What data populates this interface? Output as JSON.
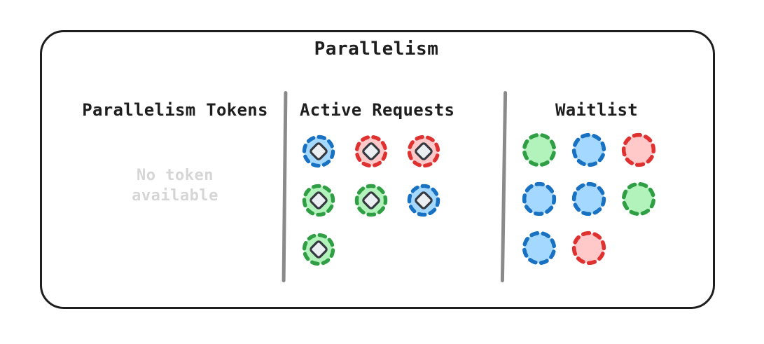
{
  "title": "Parallelism",
  "colors": {
    "text": "#1e1e1e",
    "border": "#1e1e1e",
    "divider": "#8a8a8a",
    "muted_text": "#d6d6d6",
    "diamond_stroke": "#343a40",
    "diamond_fill": "#eceff1"
  },
  "palette": {
    "blue": {
      "stroke": "#1971c2",
      "fill": "#a5d8ff"
    },
    "green": {
      "stroke": "#2f9e44",
      "fill": "#b2f2bb"
    },
    "red": {
      "stroke": "#e03131",
      "fill": "#ffc9c9"
    }
  },
  "sections": {
    "tokens": {
      "heading": "Parallelism Tokens",
      "empty_line1": "No token",
      "empty_line2": "available"
    },
    "active": {
      "heading": "Active Requests",
      "rows": [
        [
          "blue",
          "red",
          "red"
        ],
        [
          "green",
          "green",
          "blue"
        ],
        [
          "green"
        ]
      ]
    },
    "waitlist": {
      "heading": "Waitlist",
      "rows": [
        [
          "green",
          "blue",
          "red"
        ],
        [
          "blue",
          "blue",
          "green"
        ],
        [
          "blue",
          "red"
        ]
      ]
    }
  }
}
